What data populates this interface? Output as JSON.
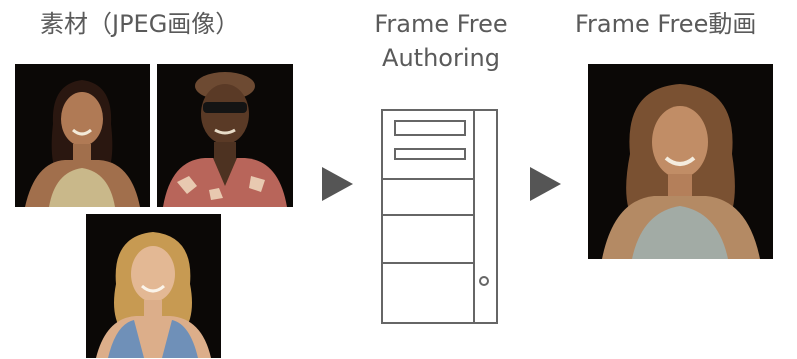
{
  "labels": {
    "source": "素材（JPEG画像）",
    "authoring_line1": "Frame Free",
    "authoring_line2": "Authoring",
    "output": "Frame Free動画"
  },
  "colors": {
    "text": "#5a5a5a",
    "arrow": "#555555",
    "server_stroke": "#666666",
    "photo_background": "#0b0806"
  },
  "icons": {
    "flow_arrow": "right-triangle-arrow",
    "authoring_machine": "tower-server-icon"
  }
}
